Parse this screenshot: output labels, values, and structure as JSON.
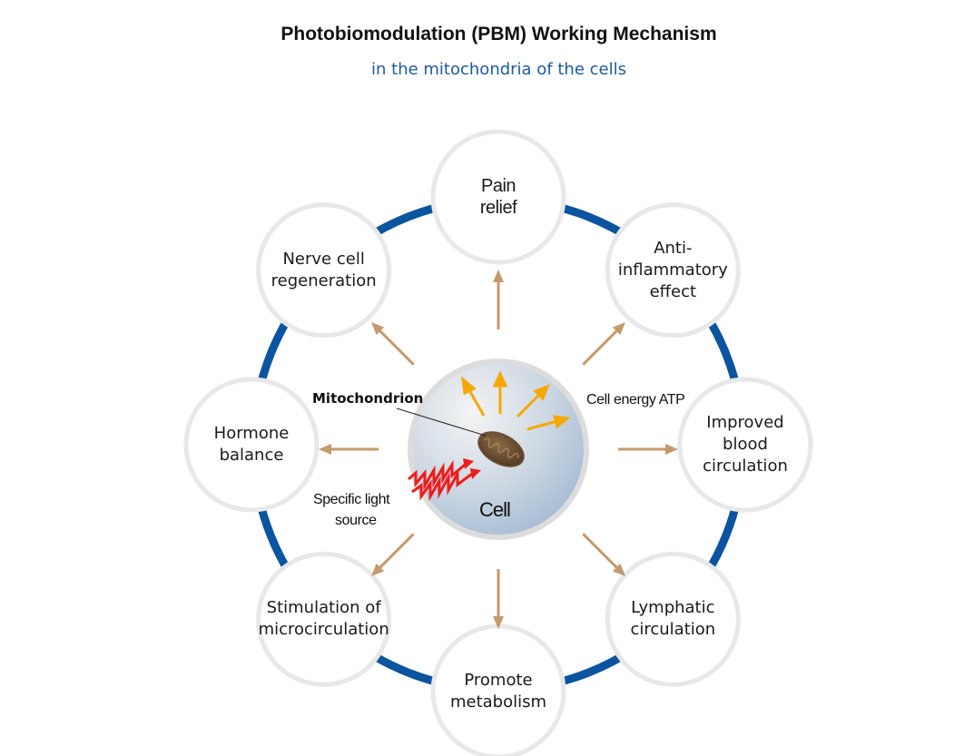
{
  "header": {
    "title": "Photobiomodulation (PBM) Working Mechanism",
    "subtitle": "in the mitochondria of the cells"
  },
  "center": {
    "cell_label": "Cell",
    "mitochondrion_label": "Mitochondrion",
    "energy_label": "Cell energy ATP",
    "light_label_line1": "Specific light",
    "light_label_line2": "source"
  },
  "nodes": [
    {
      "id": "pain-relief",
      "lines": [
        "Pain",
        "relief"
      ]
    },
    {
      "id": "anti-inflammatory",
      "lines": [
        "Anti-",
        "inflammatory",
        "effect"
      ]
    },
    {
      "id": "improved-blood-circulation",
      "lines": [
        "Improved",
        "blood",
        "circulation"
      ]
    },
    {
      "id": "lymphatic-circulation",
      "lines": [
        "Lymphatic",
        "circulation"
      ]
    },
    {
      "id": "promote-metabolism",
      "lines": [
        "Promote",
        "metabolism"
      ]
    },
    {
      "id": "stimulation-microcirculation",
      "lines": [
        "Stimulation of",
        "microcirculation"
      ]
    },
    {
      "id": "hormone-balance",
      "lines": [
        "Hormone",
        "balance"
      ]
    },
    {
      "id": "nerve-cell-regeneration",
      "lines": [
        "Nerve cell",
        "regeneration"
      ]
    }
  ],
  "colors": {
    "ring": "#0b54a0",
    "node_stroke": "#e8e8e8",
    "effect_arrow": "#c49a6c",
    "atp_arrow": "#f5a800",
    "light_wave": "#ee1c1c",
    "title_sub": "#1f5aa0"
  }
}
